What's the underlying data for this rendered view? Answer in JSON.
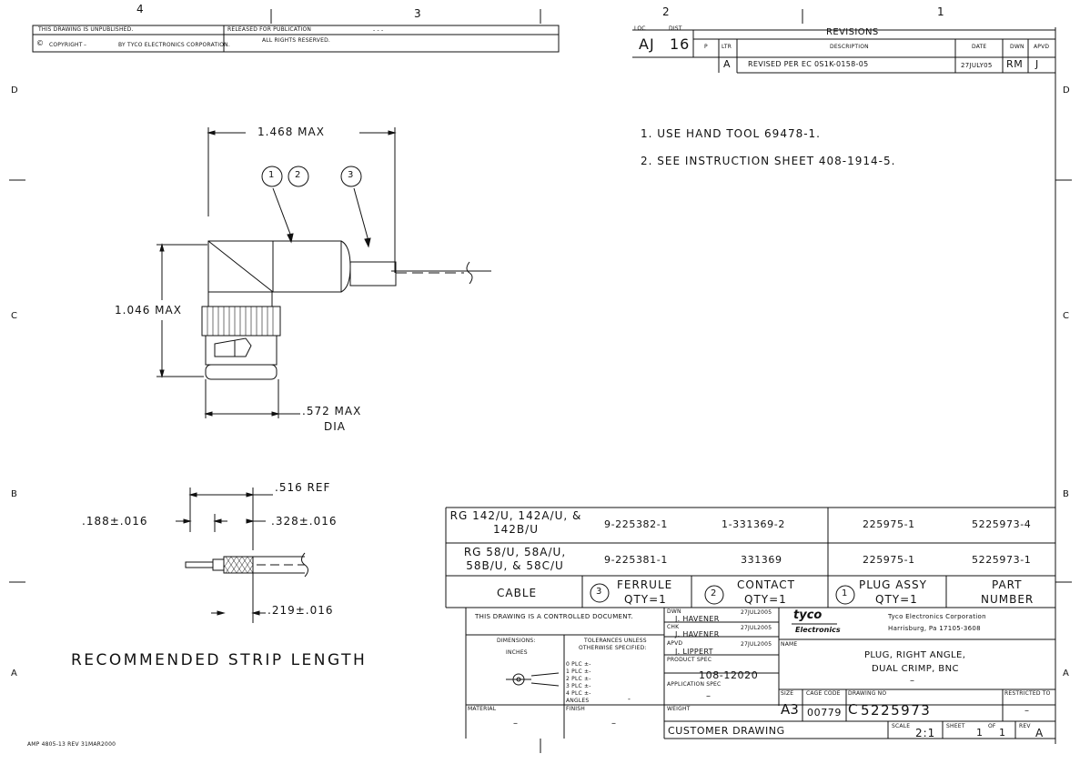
{
  "zones": {
    "top": [
      "4",
      "3",
      "2",
      "1"
    ],
    "left": [
      "D",
      "C",
      "B",
      "A"
    ],
    "right": [
      "D",
      "C",
      "B",
      "A"
    ]
  },
  "header": {
    "unpublished": "THIS DRAWING IS UNPUBLISHED.",
    "released": "RELEASED FOR PUBLICATION",
    "released_blank": "- - -",
    "copyright": "COPYRIGHT",
    "copyright_dash": "–",
    "copyright_by": "BY TYCO ELECTRONICS CORPORATION.",
    "rights": "ALL RIGHTS RESERVED."
  },
  "revisions": {
    "loc_label": "LOC",
    "dist_label": "DIST",
    "loc": "AJ",
    "dist": "16",
    "title": "REVISIONS",
    "col_p": "P",
    "col_ltr": "LTR",
    "col_desc": "DESCRIPTION",
    "col_date": "DATE",
    "col_dwn": "DWN",
    "col_apvd": "APVD",
    "rows": [
      {
        "ltr": "A",
        "desc": "REVISED PER EC 0S1K-0158-05",
        "date": "27JULY05",
        "dwn": "RM",
        "apvd": "J"
      }
    ]
  },
  "notes": [
    "1. USE HAND TOOL 69478-1.",
    "2. SEE INSTRUCTION SHEET 408-1914-5."
  ],
  "dimensions": {
    "length_max": "1.468 MAX",
    "height_max": "1.046 MAX",
    "dia_max": ".572 MAX",
    "dia_label": "DIA",
    "balloons": [
      "1",
      "2",
      "3"
    ],
    "ref": ".516 REF",
    "strip_a": ".188±.016",
    "strip_b": ".328±.016",
    "strip_c": ".219±.016",
    "strip_title": "RECOMMENDED STRIP LENGTH"
  },
  "parts_table": {
    "rows": [
      {
        "cable": "RG 142/U, 142A/U, & 142B/U",
        "ferrule": "9-225382-1",
        "contact": "1-331369-2",
        "plug": "225975-1",
        "part": "5225973-4"
      },
      {
        "cable": "RG 58/U, 58A/U, 58B/U, & 58C/U",
        "ferrule": "9-225381-1",
        "contact": "331369",
        "plug": "225975-1",
        "part": "5225973-1"
      }
    ],
    "headers": {
      "cable": "CABLE",
      "ferrule": "FERRULE",
      "ferrule_qty": "QTY=1",
      "ferrule_num": "3",
      "contact": "CONTACT",
      "contact_qty": "QTY=1",
      "contact_num": "2",
      "plug": "PLUG ASSY",
      "plug_qty": "QTY=1",
      "plug_num": "1",
      "part": "PART",
      "part2": "NUMBER"
    }
  },
  "title_block": {
    "controlled": "THIS DRAWING IS A CONTROLLED DOCUMENT.",
    "dwn_label": "DWN",
    "dwn": "J. HAVENER",
    "dwn_date": "27JUL2005",
    "chk_label": "CHK",
    "chk": "J. HAVENER",
    "chk_date": "27JUL2005",
    "apvd_label": "APVD",
    "apvd": "J. LIPPERT",
    "apvd_date": "27JUL2005",
    "dimensions_label": "DIMENSIONS:",
    "inches": "INCHES",
    "tolerances": "TOLERANCES UNLESS",
    "otherwise": "OTHERWISE SPECIFIED:",
    "tol_rows": [
      "0 PLC ±-",
      "1 PLC ±-",
      "2 PLC ±-",
      "3 PLC ±-",
      "4 PLC ±-"
    ],
    "angles": "ANGLES",
    "angles_val": "-",
    "product_spec_label": "PRODUCT SPEC",
    "product_spec": "108-12020",
    "app_spec_label": "APPLICATION SPEC",
    "app_spec": "–",
    "weight_label": "WEIGHT",
    "material_label": "MATERIAL",
    "material": "–",
    "finish_label": "FINISH",
    "finish": "–",
    "brand": "tyco",
    "brand2": "Electronics",
    "company": "Tyco Electronics Corporation",
    "address": "Harrisburg, Pa 17105-3608",
    "name_label": "NAME",
    "name1": "PLUG, RIGHT ANGLE,",
    "name2": "DUAL CRIMP, BNC",
    "name3": "–",
    "size_label": "SIZE",
    "cage_label": "CAGE CODE",
    "drawing_no_label": "DRAWING NO",
    "restricted_label": "RESTRICTED TO",
    "size": "A3",
    "cage": "00779",
    "drawing_prefix": "C",
    "drawing_no": "5225973",
    "restricted": "–",
    "customer": "CUSTOMER DRAWING",
    "scale_label": "SCALE",
    "scale": "2:1",
    "sheet_label": "SHEET",
    "sheet": "1",
    "of_label": "OF",
    "of": "1",
    "rev_label": "REV",
    "rev": "A"
  },
  "footer": "AMP 4805-13 REV 31MAR2000"
}
